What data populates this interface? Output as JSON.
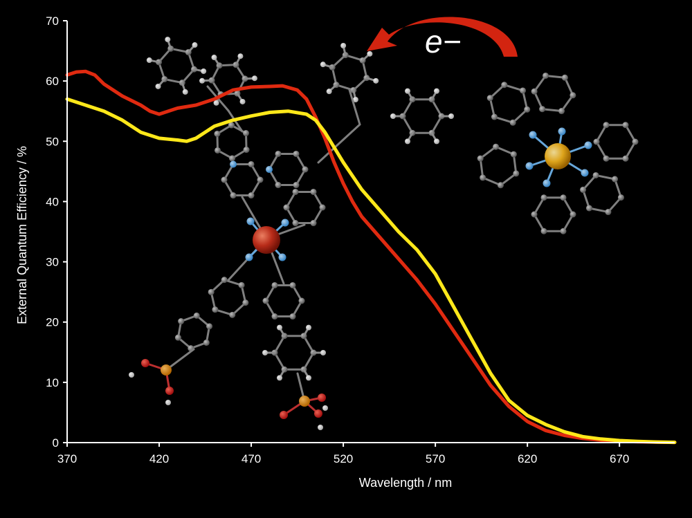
{
  "chart_data": {
    "type": "line",
    "title": "",
    "xlabel": "Wavelength / nm",
    "ylabel": "External Quantum Efficiency / %",
    "xlim": [
      370,
      700
    ],
    "ylim": [
      0,
      70
    ],
    "x_ticks": [
      "370",
      "420",
      "470",
      "520",
      "570",
      "620",
      "670"
    ],
    "y_ticks": [
      "0",
      "10",
      "20",
      "30",
      "40",
      "50",
      "60",
      "70"
    ],
    "grid": false,
    "legend": "none",
    "background": "#000000",
    "series": [
      {
        "color": "#e02a10",
        "points": [
          [
            370,
            61
          ],
          [
            375,
            61.5
          ],
          [
            380,
            61.6
          ],
          [
            385,
            61
          ],
          [
            390,
            59.5
          ],
          [
            400,
            57.5
          ],
          [
            410,
            56
          ],
          [
            415,
            55
          ],
          [
            420,
            54.5
          ],
          [
            425,
            55
          ],
          [
            430,
            55.5
          ],
          [
            440,
            56
          ],
          [
            450,
            57
          ],
          [
            460,
            58.5
          ],
          [
            470,
            59
          ],
          [
            480,
            59.1
          ],
          [
            487,
            59.2
          ],
          [
            495,
            58.5
          ],
          [
            500,
            57
          ],
          [
            505,
            54
          ],
          [
            510,
            50.5
          ],
          [
            515,
            46.5
          ],
          [
            520,
            43
          ],
          [
            525,
            40
          ],
          [
            530,
            37.5
          ],
          [
            540,
            34
          ],
          [
            550,
            30.5
          ],
          [
            560,
            27
          ],
          [
            570,
            23
          ],
          [
            580,
            18.5
          ],
          [
            590,
            14
          ],
          [
            600,
            9.5
          ],
          [
            610,
            6
          ],
          [
            620,
            3.5
          ],
          [
            630,
            2
          ],
          [
            640,
            1.2
          ],
          [
            650,
            0.7
          ],
          [
            660,
            0.4
          ],
          [
            670,
            0.25
          ],
          [
            680,
            0.15
          ],
          [
            690,
            0.08
          ],
          [
            700,
            0.05
          ]
        ]
      },
      {
        "color": "#ffe81a",
        "points": [
          [
            370,
            57
          ],
          [
            380,
            56
          ],
          [
            390,
            55
          ],
          [
            400,
            53.5
          ],
          [
            405,
            52.5
          ],
          [
            410,
            51.5
          ],
          [
            420,
            50.5
          ],
          [
            430,
            50.2
          ],
          [
            435,
            50
          ],
          [
            440,
            50.5
          ],
          [
            445,
            51.5
          ],
          [
            450,
            52.5
          ],
          [
            460,
            53.5
          ],
          [
            470,
            54.2
          ],
          [
            480,
            54.8
          ],
          [
            490,
            55
          ],
          [
            500,
            54.5
          ],
          [
            505,
            53.5
          ],
          [
            510,
            51.5
          ],
          [
            515,
            49
          ],
          [
            520,
            46.5
          ],
          [
            530,
            42
          ],
          [
            540,
            38.5
          ],
          [
            550,
            35
          ],
          [
            560,
            32
          ],
          [
            570,
            28
          ],
          [
            580,
            22.5
          ],
          [
            590,
            17
          ],
          [
            600,
            11.5
          ],
          [
            610,
            7
          ],
          [
            620,
            4.5
          ],
          [
            630,
            3
          ],
          [
            640,
            1.8
          ],
          [
            650,
            1
          ],
          [
            660,
            0.6
          ],
          [
            670,
            0.35
          ],
          [
            680,
            0.2
          ],
          [
            690,
            0.1
          ],
          [
            700,
            0.05
          ]
        ]
      }
    ],
    "annotations": [
      "e−"
    ]
  }
}
